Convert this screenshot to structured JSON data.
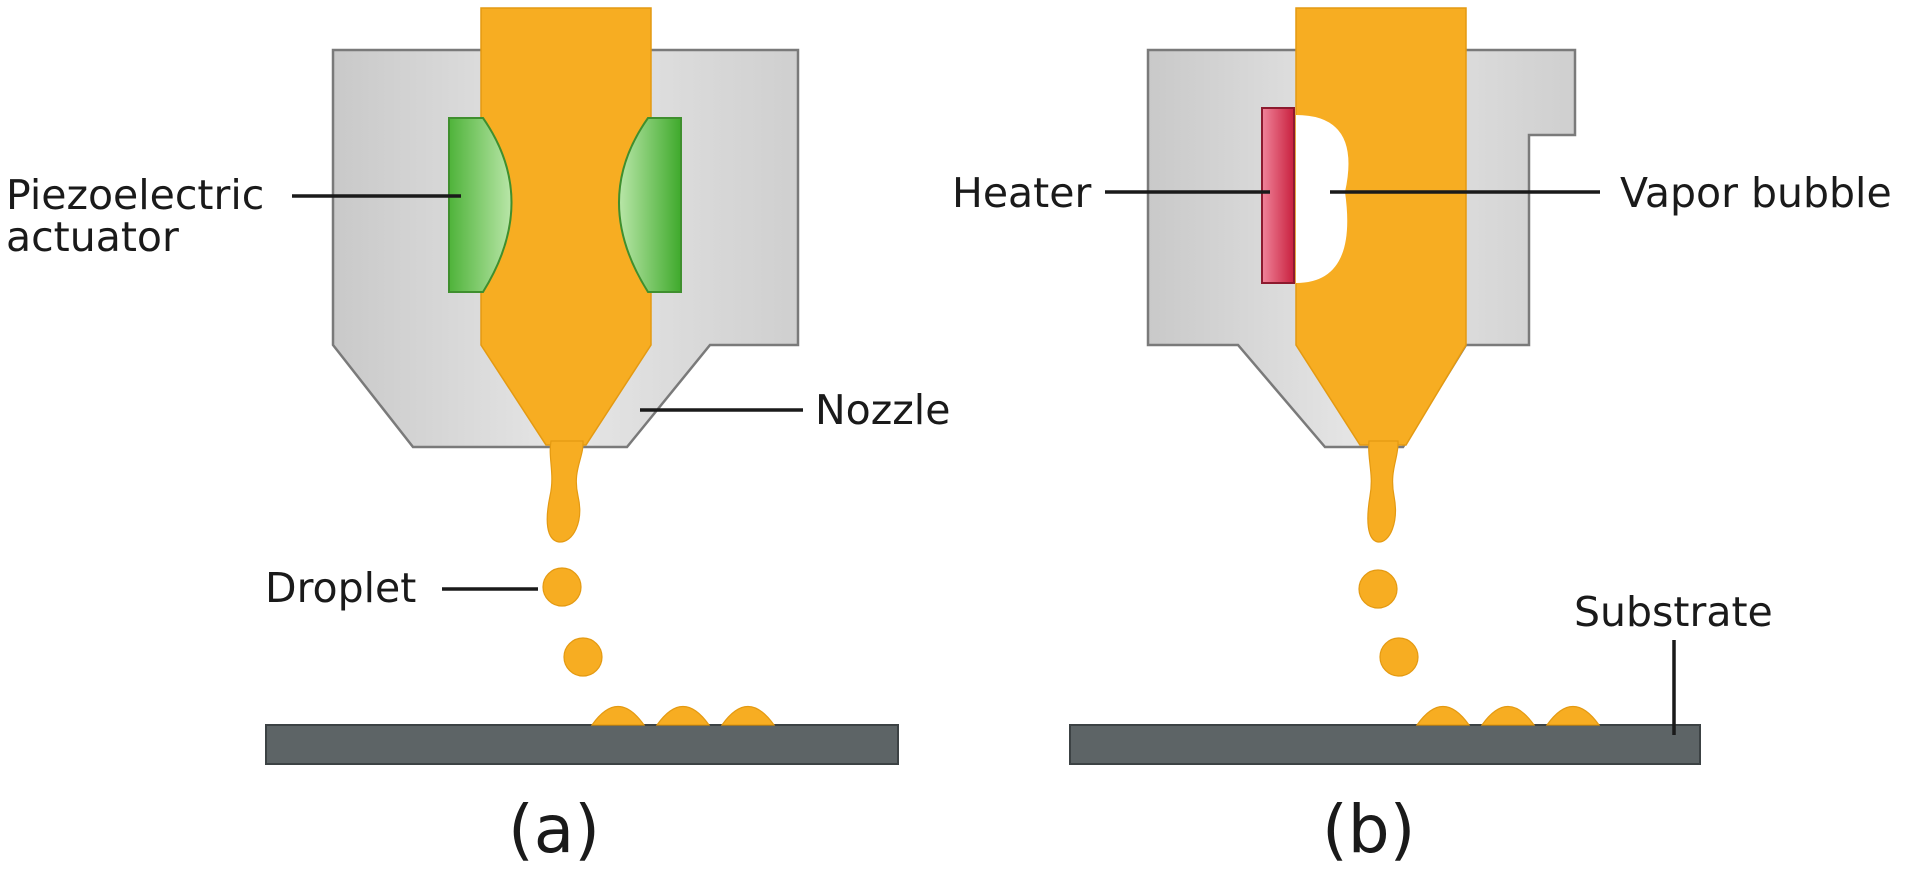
{
  "colors": {
    "ink": "#f7ad22",
    "ink_edge": "#e49a12",
    "housing": "#d9d9d9",
    "housing_edge": "#7a7a7a",
    "piezo": "#5cbf45",
    "heater": "#d83050",
    "substrate": "#5d6466",
    "text": "#1a1a1a"
  },
  "panel_a": {
    "label_actuator_line1": "Piezoelectric",
    "label_actuator_line2": "actuator",
    "label_nozzle": "Nozzle",
    "label_droplet": "Droplet",
    "caption": "(a)"
  },
  "panel_b": {
    "label_heater": "Heater",
    "label_bubble": "Vapor bubble",
    "label_substrate": "Substrate",
    "caption": "(b)"
  }
}
